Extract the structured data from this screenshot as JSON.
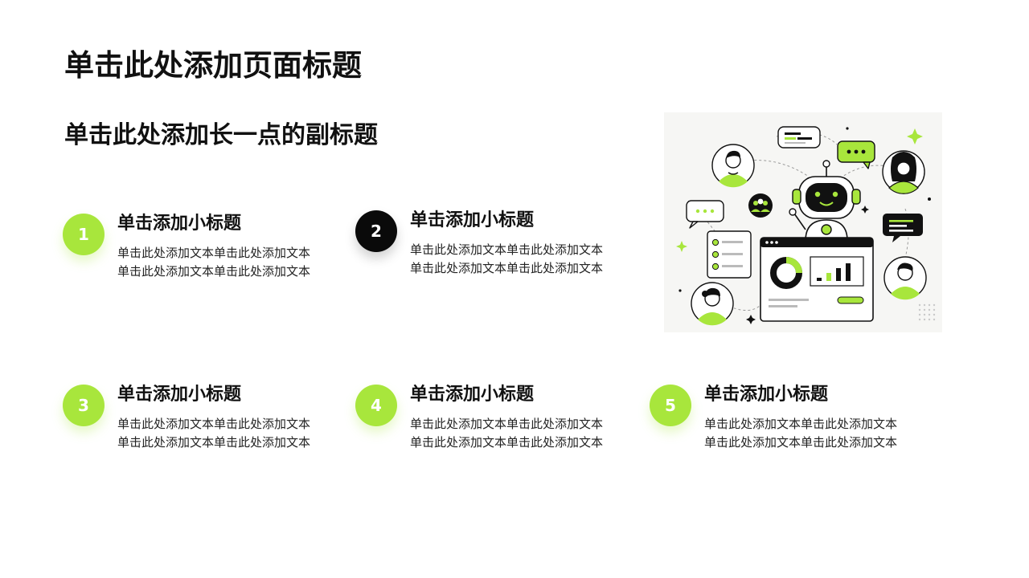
{
  "page": {
    "title": "单击此处添加页面标题",
    "subtitle": "单击此处添加长一点的副标题"
  },
  "items": [
    {
      "number": "1",
      "title": "单击添加小标题",
      "body": "单击此处添加文本单击此处添加文本单击此处添加文本单击此处添加文本"
    },
    {
      "number": "2",
      "title": "单击添加小标题",
      "body": "单击此处添加文本单击此处添加文本单击此处添加文本单击此处添加文本"
    },
    {
      "number": "3",
      "title": "单击添加小标题",
      "body": "单击此处添加文本单击此处添加文本单击此处添加文本单击此处添加文本"
    },
    {
      "number": "4",
      "title": "单击添加小标题",
      "body": "单击此处添加文本单击此处添加文本单击此处添加文本单击此处添加文本"
    },
    {
      "number": "5",
      "title": "单击添加小标题",
      "body": "单击此处添加文本单击此处添加文本单击此处添加文本单击此处添加文本"
    }
  ],
  "colors": {
    "accent": "#a8e63c",
    "dark": "#0a0a0a",
    "text": "#111111"
  },
  "illustration": {
    "icon": "ai-robot-team-illustration"
  }
}
